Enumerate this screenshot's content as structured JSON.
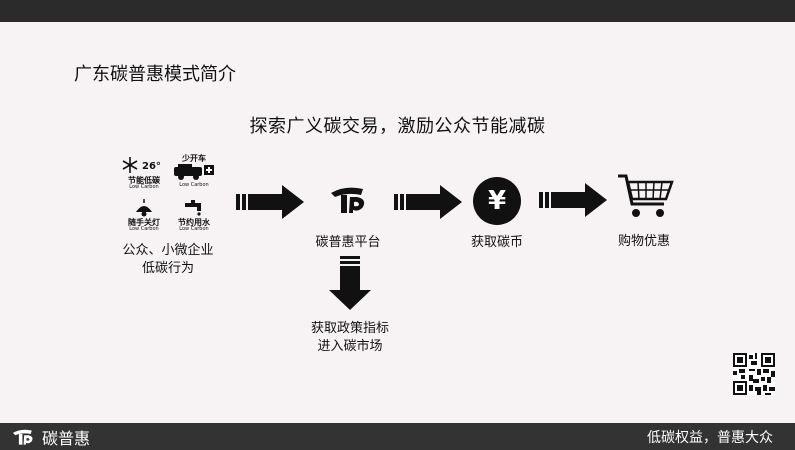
{
  "slide": {
    "title": "广东碳普惠模式简介",
    "subtitle": "探索广义碳交易，激励公众节能减碳"
  },
  "icons": {
    "ac": {
      "temp": "26°",
      "label": "节能低碳",
      "sub": "Low Carbon"
    },
    "car": {
      "label": "少开车",
      "sub": "Low Carbon"
    },
    "light": {
      "label": "随手关灯",
      "sub": "Low Carbon"
    },
    "water": {
      "label": "节约用水",
      "sub": "Low Carbon"
    }
  },
  "flow": {
    "step1_line1": "公众、小微企业",
    "step1_line2": "低碳行为",
    "step2": "碳普惠平台",
    "step3": "获取碳币",
    "currency_symbol": "¥",
    "step4": "购物优惠",
    "branch_line1": "获取政策指标",
    "branch_line2": "进入碳市场"
  },
  "footer": {
    "brand": "碳普惠",
    "slogan": "低碳权益，普惠大众"
  }
}
